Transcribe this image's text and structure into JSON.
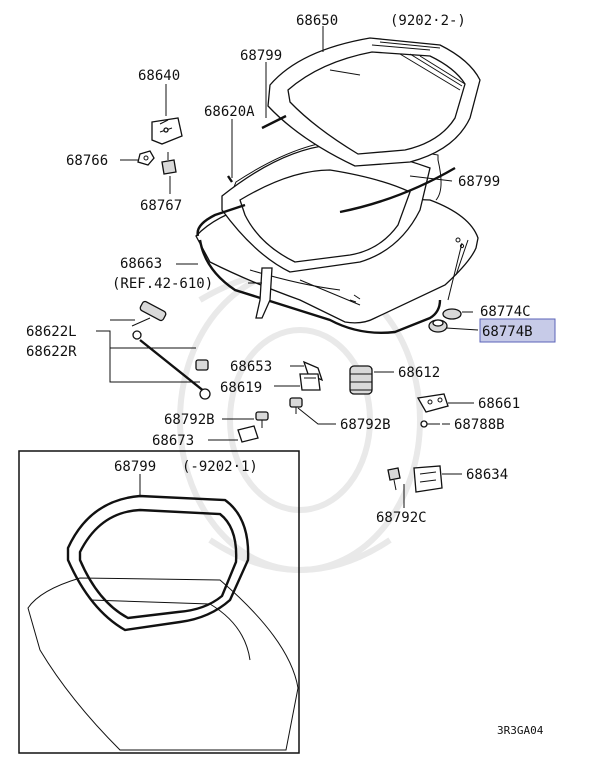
{
  "diagram": {
    "revision_top": "(9202·2-)",
    "revision_inset": "(-9202·1)",
    "figure_code": "3R3GA04",
    "highlight_color": "#c7cbe8",
    "labels": {
      "p68650": "68650",
      "p68799_top": "68799",
      "p68640": "68640",
      "p68620a": "68620A",
      "p68766": "68766",
      "p68767": "68767",
      "p68799_mid": "68799",
      "p68663": "68663",
      "ref": "(REF.42-610)",
      "p68622l": "68622L",
      "p68622r": "68622R",
      "p68774c": "68774C",
      "p68774b": "68774B",
      "p68653": "68653",
      "p68612": "68612",
      "p68619": "68619",
      "p68661": "68661",
      "p68792b_left": "68792B",
      "p68792b_right": "68792B",
      "p68788b": "68788B",
      "p68673": "68673",
      "p68799_inset": "68799",
      "p68634": "68634",
      "p68792c": "68792C"
    }
  }
}
